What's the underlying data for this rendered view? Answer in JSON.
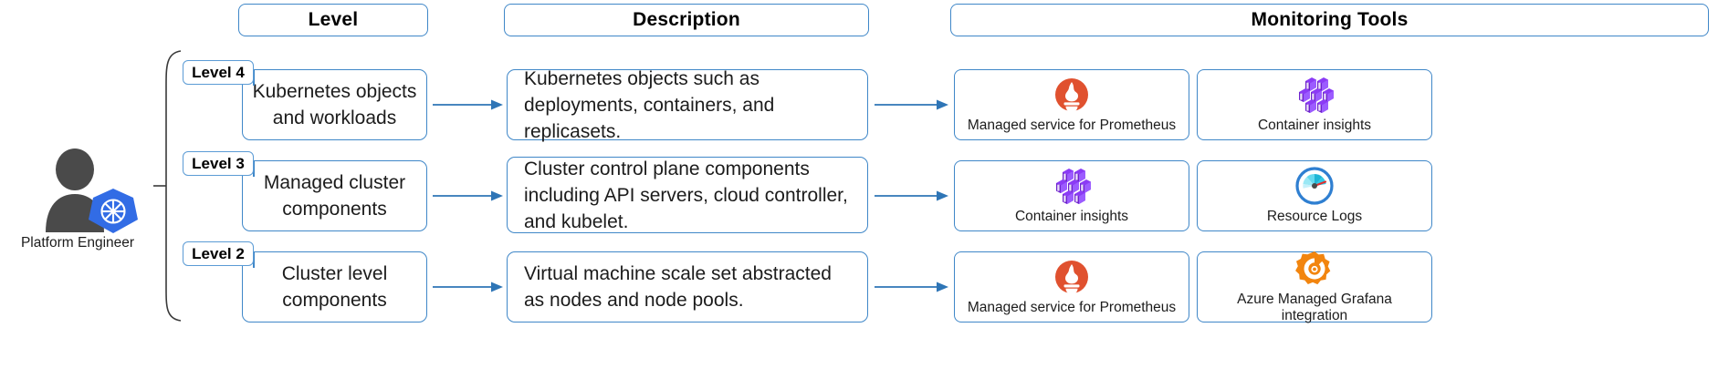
{
  "diagram": {
    "title": "AKS monitoring layers",
    "persona": {
      "label": "Platform Engineer",
      "person_icon": "person-icon",
      "badge_icon": "kubernetes-icon"
    },
    "headers": [
      {
        "label": "Level"
      },
      {
        "label": "Description"
      },
      {
        "label": "Monitoring Tools"
      }
    ],
    "rows": [
      {
        "badge": "Level 4",
        "level": "Kubernetes objects and workloads",
        "description": "Kubernetes objects such as deployments, containers, and replicasets.",
        "tools": [
          {
            "label": "Managed service for Prometheus",
            "icon": "prometheus-icon"
          },
          {
            "label": "Container insights",
            "icon": "container-insights-icon"
          }
        ]
      },
      {
        "badge": "Level 3",
        "level": "Managed cluster components",
        "description": "Cluster control plane components including API servers, cloud controller, and kubelet.",
        "tools": [
          {
            "label": "Container insights",
            "icon": "container-insights-icon"
          },
          {
            "label": "Resource Logs",
            "icon": "resource-logs-gauge-icon"
          }
        ]
      },
      {
        "badge": "Level 2",
        "level": "Cluster level components",
        "description": "Virtual machine scale set abstracted as nodes and node pools.",
        "tools": [
          {
            "label": "Managed service for Prometheus",
            "icon": "prometheus-icon"
          },
          {
            "label": "Azure Managed Grafana integration",
            "icon": "grafana-icon"
          }
        ]
      }
    ],
    "colors": {
      "border_blue": "#3f87c8",
      "badge_blue": "#5b9bd5",
      "arrow_blue": "#2e75b6",
      "prometheus_orange": "#e0512f",
      "container_purple": "#7b3ff0",
      "grafana_orange": "#f2850f",
      "k8s_blue": "#326ce5",
      "person_gray": "#4a4a4a",
      "gauge_blue": "#2f7fd1",
      "gauge_cyan": "#28c3e0"
    }
  }
}
